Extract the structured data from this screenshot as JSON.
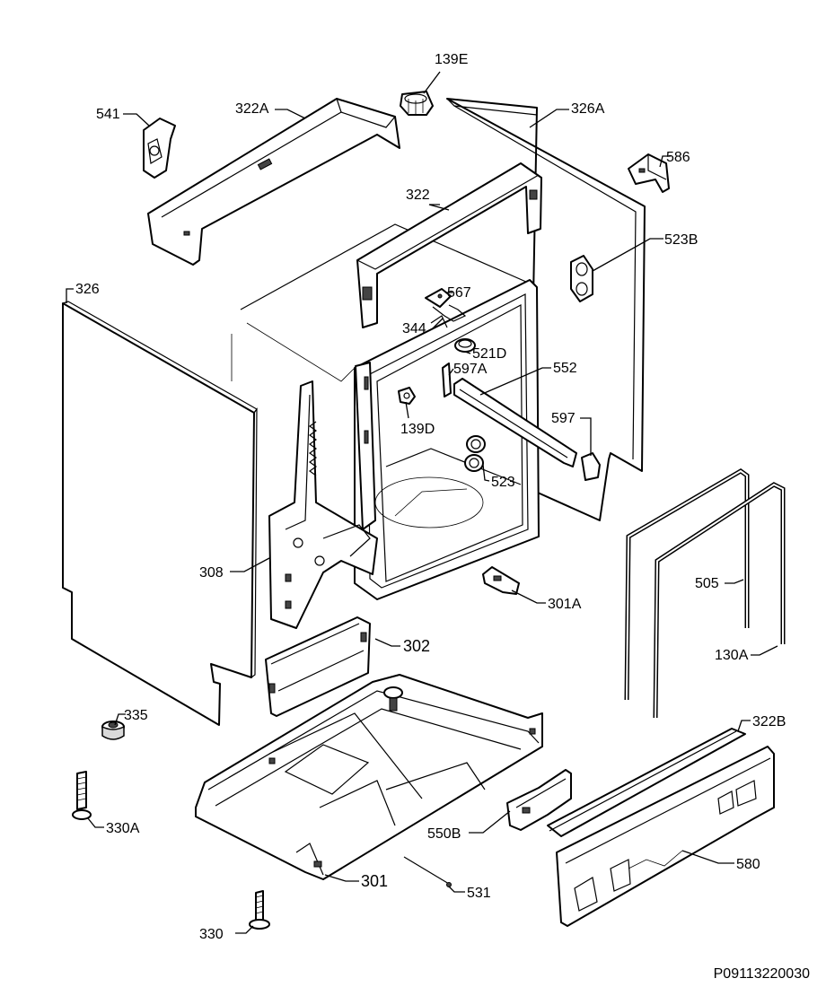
{
  "diagram": {
    "code": "P09113220030",
    "labels": {
      "l139E": "139E",
      "l541": "541",
      "l322A": "322A",
      "l326A": "326A",
      "l586": "586",
      "l322": "322",
      "l523B": "523B",
      "l326": "326",
      "l567": "567",
      "l344": "344",
      "l521D": "521D",
      "l597A": "597A",
      "l552": "552",
      "l139D": "139D",
      "l597": "597",
      "l523": "523",
      "l308": "308",
      "l505": "505",
      "l301A": "301A",
      "l302": "302",
      "l130A": "130A",
      "l335": "335",
      "l322B": "322B",
      "l330A": "330A",
      "l550B": "550B",
      "l580": "580",
      "l301": "301",
      "l531": "531",
      "l330": "330"
    }
  }
}
